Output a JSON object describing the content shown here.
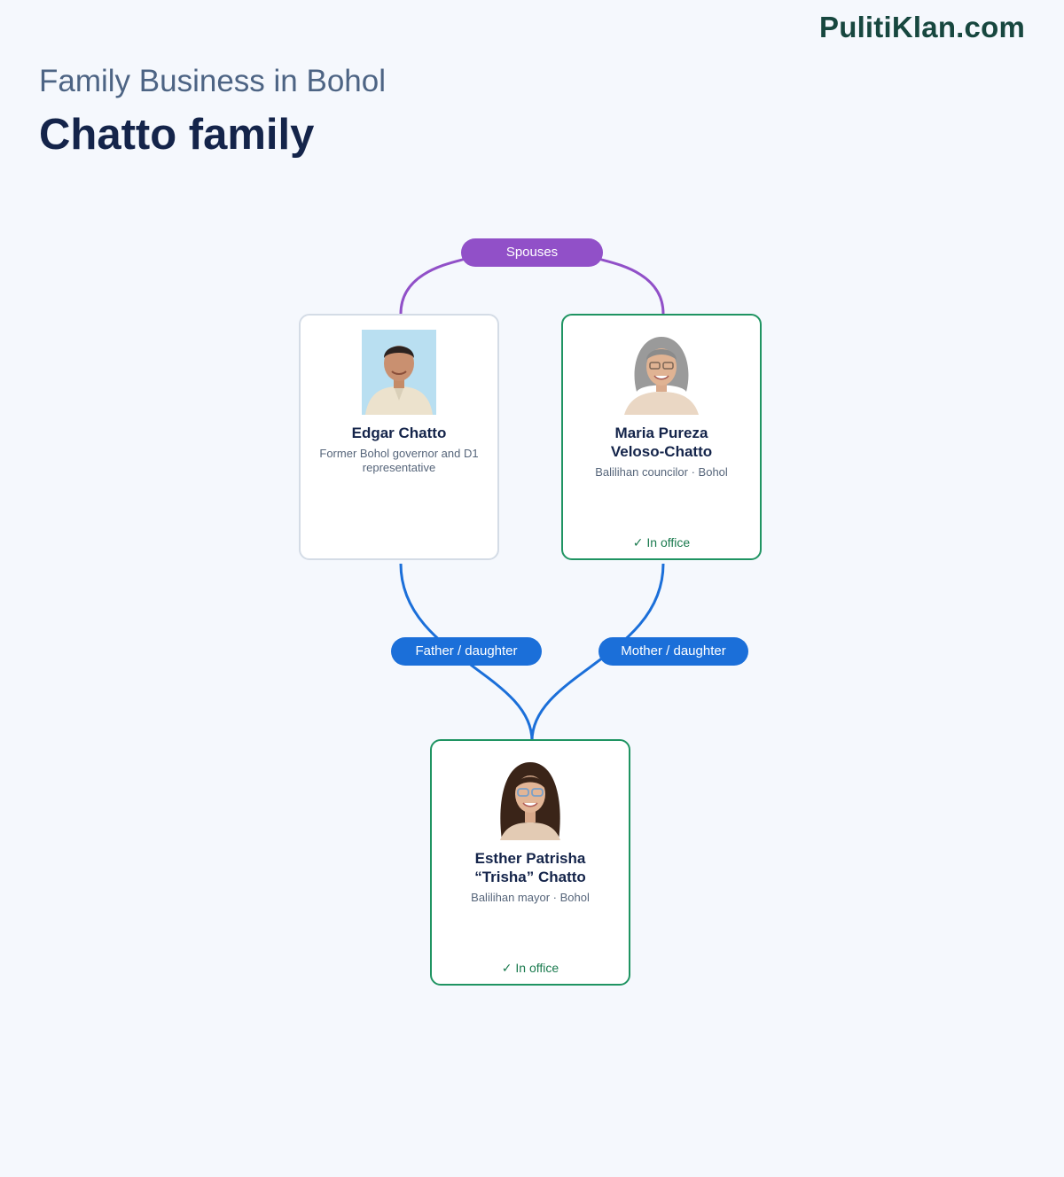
{
  "header": {
    "brand": "PulitiKlan.com",
    "subtitle": "Family Business in Bohol",
    "title": "Chatto family"
  },
  "colors": {
    "spouse_link": "#9150c8",
    "parent_link": "#1b6fd9",
    "in_office_border": "#1f9462",
    "former_border": "#d4dce6"
  },
  "people": {
    "edgar": {
      "name": "Edgar Chatto",
      "role": "Former Bohol governor and D1 representative",
      "status": ""
    },
    "maria": {
      "name_line1": "Maria Pureza",
      "name_line2": "Veloso-Chatto",
      "role": "Balilihan councilor · Bohol",
      "status": "✓ In office"
    },
    "esther": {
      "name_line1": "Esther Patrisha",
      "name_line2": "“Trisha” Chatto",
      "role": "Balilihan mayor · Bohol",
      "status": "✓ In office"
    }
  },
  "relations": {
    "spouses": "Spouses",
    "father_daughter": "Father / daughter",
    "mother_daughter": "Mother / daughter"
  }
}
